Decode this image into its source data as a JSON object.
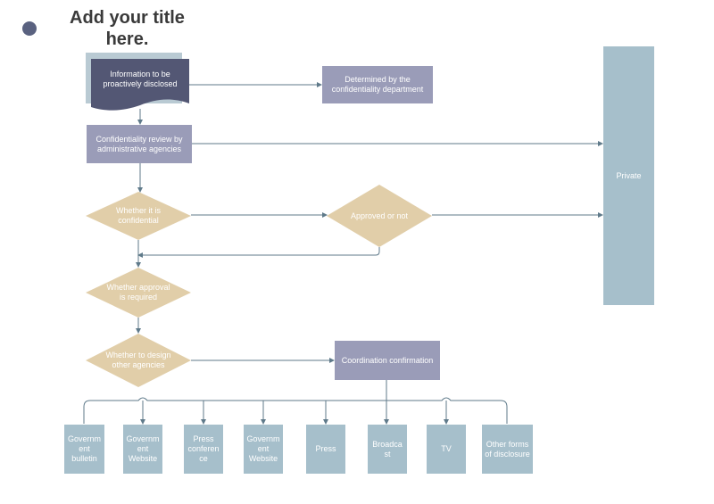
{
  "title": "Add your title here.",
  "colors": {
    "document": "#535774",
    "document_shadow": "#b9cad3",
    "process_box": "#9a9cb8",
    "decision": "#e1cea9",
    "output_box": "#a6bfcb",
    "connector": "#5f7a8a"
  },
  "nodes": {
    "info_disclosed": "Information to be proactively disclosed",
    "determined": "Determined by the confidentiality department",
    "review": "Confidentiality review by administrative agencies",
    "private": "Private",
    "is_confidential": "Whether it is confidential",
    "approved": "Approved or not",
    "approval_required": "Whether approval is required",
    "design_agencies": "Whether to design other agencies",
    "coordination": "Coordination confirmation"
  },
  "outputs": [
    "Governm ent bulletin",
    "Governm ent Website",
    "Press conferen ce",
    "Governm ent Website",
    "Press",
    "Broadca st",
    "TV",
    "Other forms of disclosure"
  ]
}
